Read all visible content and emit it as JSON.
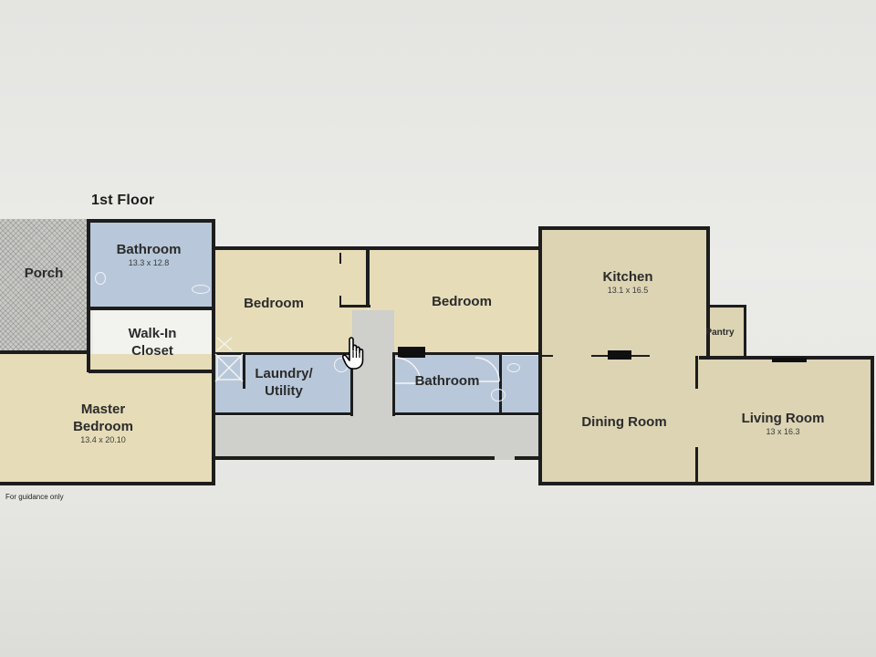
{
  "plan": {
    "title": "1st Floor",
    "note": "For guidance only"
  },
  "rooms": {
    "porch": {
      "name": "Porch"
    },
    "bathroom_1": {
      "name": "Bathroom",
      "dims": "13.3 x 12.8"
    },
    "walk_in_closet": {
      "line1": "Walk-In",
      "line2": "Closet"
    },
    "master_bedroom": {
      "line1": "Master",
      "line2": "Bedroom",
      "dims": "13.4 x 20.10"
    },
    "bedroom_1": {
      "name": "Bedroom"
    },
    "bedroom_2": {
      "name": "Bedroom"
    },
    "laundry": {
      "line1": "Laundry/",
      "line2": "Utility"
    },
    "bathroom_2": {
      "name": "Bathroom"
    },
    "kitchen": {
      "name": "Kitchen",
      "dims": "13.1 x 16.5"
    },
    "pantry": {
      "name": "Pantry"
    },
    "dining_room": {
      "name": "Dining Room"
    },
    "living_room": {
      "name": "Living Room",
      "dims": "13 x 16.3"
    }
  },
  "colors": {
    "wall": "#1d1d1d",
    "bedroom_fill": "#e6dcb8",
    "wet_room_fill": "#b8c8da",
    "hall_fill": "#cfcfcb"
  },
  "icons": {
    "cursor": "hand-pointer-icon"
  }
}
